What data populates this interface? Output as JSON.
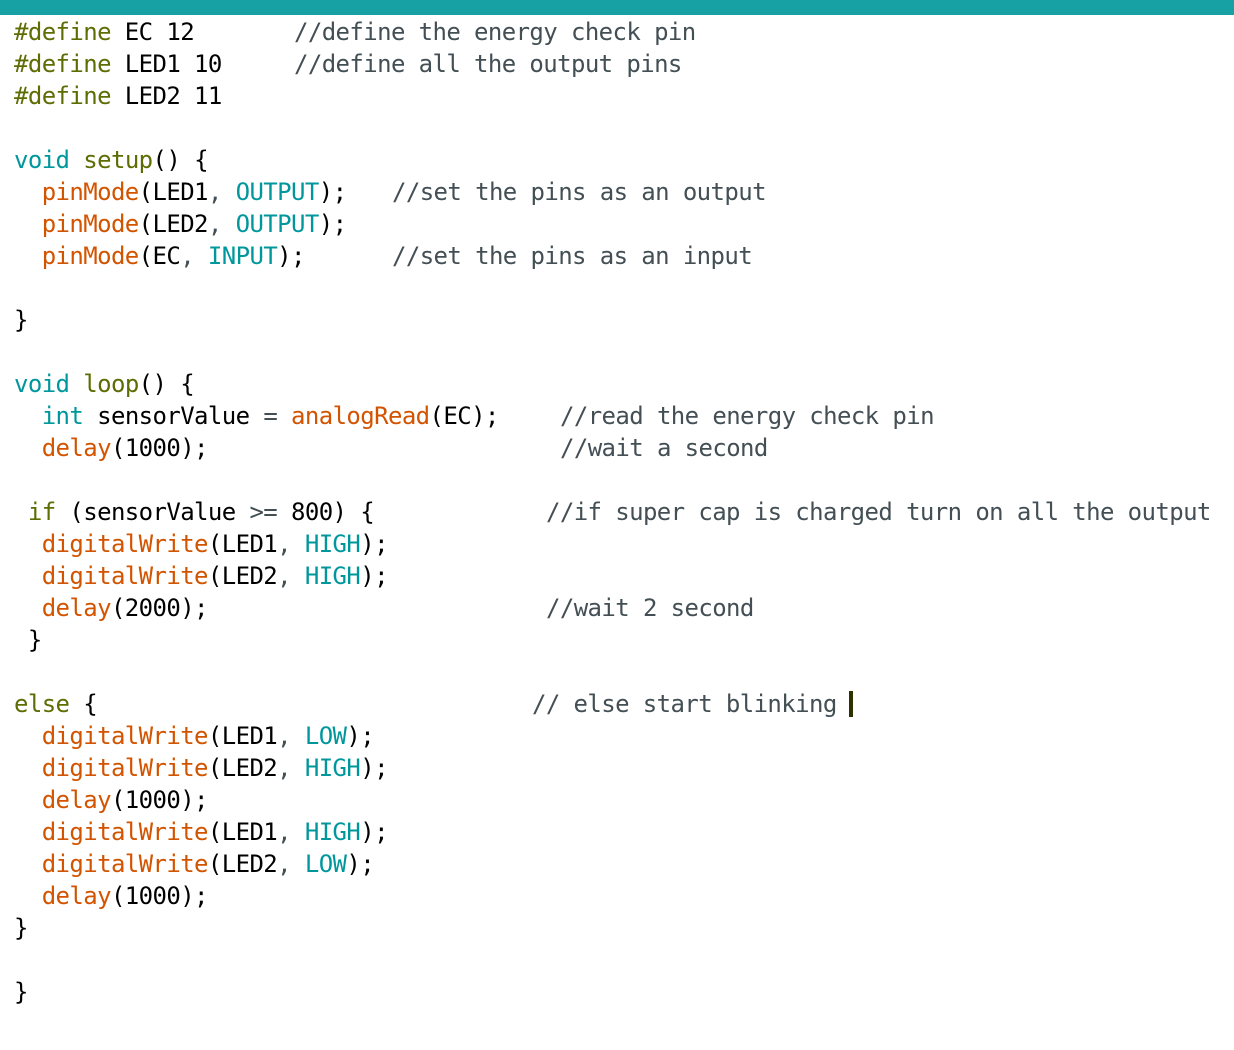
{
  "theme": {
    "accent_bar": "#17a1a5",
    "preprocessor": "#5e6d03",
    "type_keyword": "#00979c",
    "function": "#d35400",
    "constant": "#00979c",
    "comment": "#434f54",
    "text": "#000000"
  },
  "lines": [
    {
      "tokens": [
        {
          "t": "#define",
          "c": "pre"
        },
        {
          "t": " EC 12",
          "c": "plain"
        }
      ],
      "comment": "//define the energy check pin"
    },
    {
      "tokens": [
        {
          "t": "#define",
          "c": "pre"
        },
        {
          "t": " LED1 10",
          "c": "plain"
        }
      ],
      "comment": "//define all the output pins"
    },
    {
      "tokens": [
        {
          "t": "#define",
          "c": "pre"
        },
        {
          "t": " LED2 11",
          "c": "plain"
        }
      ]
    },
    {
      "tokens": []
    },
    {
      "tokens": [
        {
          "t": "void",
          "c": "type"
        },
        {
          "t": " ",
          "c": "plain"
        },
        {
          "t": "setup",
          "c": "kwfn"
        },
        {
          "t": "() {",
          "c": "plain"
        }
      ]
    },
    {
      "tokens": [
        {
          "t": "  ",
          "c": "plain"
        },
        {
          "t": "pinMode",
          "c": "fn"
        },
        {
          "t": "(LED1",
          "c": "plain"
        },
        {
          "t": ", ",
          "c": "punct"
        },
        {
          "t": "OUTPUT",
          "c": "const"
        },
        {
          "t": ");",
          "c": "plain"
        }
      ],
      "comment": "//set the pins as an output"
    },
    {
      "tokens": [
        {
          "t": "  ",
          "c": "plain"
        },
        {
          "t": "pinMode",
          "c": "fn"
        },
        {
          "t": "(LED2",
          "c": "plain"
        },
        {
          "t": ", ",
          "c": "punct"
        },
        {
          "t": "OUTPUT",
          "c": "const"
        },
        {
          "t": ");",
          "c": "plain"
        }
      ]
    },
    {
      "tokens": [
        {
          "t": "  ",
          "c": "plain"
        },
        {
          "t": "pinMode",
          "c": "fn"
        },
        {
          "t": "(EC",
          "c": "plain"
        },
        {
          "t": ", ",
          "c": "punct"
        },
        {
          "t": "INPUT",
          "c": "const"
        },
        {
          "t": ");",
          "c": "plain"
        }
      ],
      "comment": "//set the pins as an input"
    },
    {
      "tokens": []
    },
    {
      "tokens": [
        {
          "t": "}",
          "c": "plain"
        }
      ]
    },
    {
      "tokens": []
    },
    {
      "tokens": [
        {
          "t": "void",
          "c": "type"
        },
        {
          "t": " ",
          "c": "plain"
        },
        {
          "t": "loop",
          "c": "kwfn"
        },
        {
          "t": "() {",
          "c": "plain"
        }
      ]
    },
    {
      "tokens": [
        {
          "t": "  ",
          "c": "plain"
        },
        {
          "t": "int",
          "c": "type"
        },
        {
          "t": " sensorValue ",
          "c": "plain"
        },
        {
          "t": "=",
          "c": "punct"
        },
        {
          "t": " ",
          "c": "plain"
        },
        {
          "t": "analogRead",
          "c": "fn"
        },
        {
          "t": "(EC);",
          "c": "plain"
        }
      ],
      "comment": "//read the energy check pin"
    },
    {
      "tokens": [
        {
          "t": "  ",
          "c": "plain"
        },
        {
          "t": "delay",
          "c": "fn"
        },
        {
          "t": "(1000);",
          "c": "plain"
        }
      ],
      "comment": "//wait a second"
    },
    {
      "tokens": []
    },
    {
      "tokens": [
        {
          "t": " ",
          "c": "plain"
        },
        {
          "t": "if",
          "c": "kw"
        },
        {
          "t": " (sensorValue ",
          "c": "plain"
        },
        {
          "t": ">=",
          "c": "punct"
        },
        {
          "t": " 800) {",
          "c": "plain"
        }
      ],
      "comment": "//if super cap is charged turn on all the output"
    },
    {
      "tokens": [
        {
          "t": "  ",
          "c": "plain"
        },
        {
          "t": "digitalWrite",
          "c": "fn"
        },
        {
          "t": "(LED1",
          "c": "plain"
        },
        {
          "t": ", ",
          "c": "punct"
        },
        {
          "t": "HIGH",
          "c": "const"
        },
        {
          "t": ");",
          "c": "plain"
        }
      ]
    },
    {
      "tokens": [
        {
          "t": "  ",
          "c": "plain"
        },
        {
          "t": "digitalWrite",
          "c": "fn"
        },
        {
          "t": "(LED2",
          "c": "plain"
        },
        {
          "t": ", ",
          "c": "punct"
        },
        {
          "t": "HIGH",
          "c": "const"
        },
        {
          "t": ");",
          "c": "plain"
        }
      ]
    },
    {
      "tokens": [
        {
          "t": "  ",
          "c": "plain"
        },
        {
          "t": "delay",
          "c": "fn"
        },
        {
          "t": "(2000);",
          "c": "plain"
        }
      ],
      "comment": "//wait 2 second"
    },
    {
      "tokens": [
        {
          "t": " }",
          "c": "plain"
        }
      ]
    },
    {
      "tokens": []
    },
    {
      "tokens": [
        {
          "t": "else",
          "c": "kw"
        },
        {
          "t": " {",
          "c": "plain"
        }
      ],
      "comment": "// else start blinking",
      "cursor": true
    },
    {
      "tokens": [
        {
          "t": "  ",
          "c": "plain"
        },
        {
          "t": "digitalWrite",
          "c": "fn"
        },
        {
          "t": "(LED1",
          "c": "plain"
        },
        {
          "t": ", ",
          "c": "punct"
        },
        {
          "t": "LOW",
          "c": "const"
        },
        {
          "t": ");",
          "c": "plain"
        }
      ]
    },
    {
      "tokens": [
        {
          "t": "  ",
          "c": "plain"
        },
        {
          "t": "digitalWrite",
          "c": "fn"
        },
        {
          "t": "(LED2",
          "c": "plain"
        },
        {
          "t": ", ",
          "c": "punct"
        },
        {
          "t": "HIGH",
          "c": "const"
        },
        {
          "t": ");",
          "c": "plain"
        }
      ]
    },
    {
      "tokens": [
        {
          "t": "  ",
          "c": "plain"
        },
        {
          "t": "delay",
          "c": "fn"
        },
        {
          "t": "(1000);",
          "c": "plain"
        }
      ]
    },
    {
      "tokens": [
        {
          "t": "  ",
          "c": "plain"
        },
        {
          "t": "digitalWrite",
          "c": "fn"
        },
        {
          "t": "(LED1",
          "c": "plain"
        },
        {
          "t": ", ",
          "c": "punct"
        },
        {
          "t": "HIGH",
          "c": "const"
        },
        {
          "t": ");",
          "c": "plain"
        }
      ]
    },
    {
      "tokens": [
        {
          "t": "  ",
          "c": "plain"
        },
        {
          "t": "digitalWrite",
          "c": "fn"
        },
        {
          "t": "(LED2",
          "c": "plain"
        },
        {
          "t": ", ",
          "c": "punct"
        },
        {
          "t": "LOW",
          "c": "const"
        },
        {
          "t": ");",
          "c": "plain"
        }
      ]
    },
    {
      "tokens": [
        {
          "t": "  ",
          "c": "plain"
        },
        {
          "t": "delay",
          "c": "fn"
        },
        {
          "t": "(1000);",
          "c": "plain"
        }
      ]
    },
    {
      "tokens": [
        {
          "t": "}",
          "c": "plain"
        }
      ]
    },
    {
      "tokens": []
    },
    {
      "tokens": [
        {
          "t": "}",
          "c": "plain"
        }
      ]
    }
  ]
}
